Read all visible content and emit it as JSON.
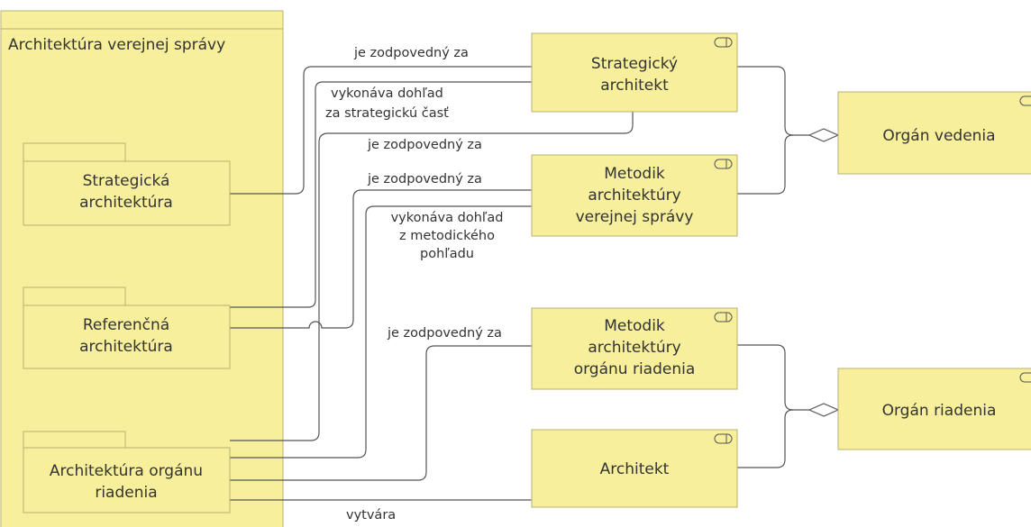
{
  "diagram": {
    "container": {
      "label": "Architektúra verejnej správy"
    },
    "packages": [
      {
        "id": "strategicka",
        "lines": [
          "Strategická",
          "architektúra"
        ]
      },
      {
        "id": "referencna",
        "lines": [
          "Referenčná",
          "architektúra"
        ]
      },
      {
        "id": "organ",
        "lines": [
          "Architektúra orgánu",
          "riadenia"
        ]
      }
    ],
    "roles": [
      {
        "id": "strategicky-architekt",
        "lines": [
          "Strategický",
          "architekt"
        ]
      },
      {
        "id": "metodik-avs",
        "lines": [
          "Metodik",
          "architektúry",
          "verejnej správy"
        ]
      },
      {
        "id": "metodik-aor",
        "lines": [
          "Metodik",
          "architektúry",
          "orgánu riadenia"
        ]
      },
      {
        "id": "architekt",
        "lines": [
          "Architekt"
        ]
      },
      {
        "id": "organ-vedenia",
        "lines": [
          "Orgán vedenia"
        ]
      },
      {
        "id": "organ-riadenia",
        "lines": [
          "Orgán riadenia"
        ]
      }
    ],
    "edge_labels": [
      {
        "id": "zodp-1",
        "lines": [
          "je zodpovedný za"
        ]
      },
      {
        "id": "dohlad-strat",
        "lines": [
          "vykonáva dohľad",
          "za strategickú časť"
        ]
      },
      {
        "id": "zodp-2",
        "lines": [
          "je zodpovedný za"
        ]
      },
      {
        "id": "zodp-3",
        "lines": [
          "je zodpovedný za"
        ]
      },
      {
        "id": "dohlad-metod",
        "lines": [
          "vykonáva dohľad",
          "z metodického",
          "pohľadu"
        ]
      },
      {
        "id": "zodp-4",
        "lines": [
          "je zodpovedný za"
        ]
      },
      {
        "id": "vytvara",
        "lines": [
          "vytvára"
        ]
      }
    ]
  }
}
